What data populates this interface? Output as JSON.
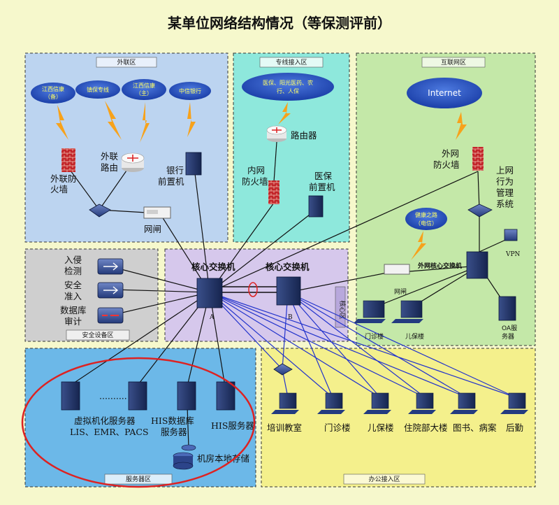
{
  "title": "某单位网络结构情况（等保测评前）",
  "zones": {
    "external": "外联区",
    "dedicated": "专线接入区",
    "internet": "互联网区",
    "security": "安全设备区",
    "core": "核心区",
    "server": "服务器区",
    "office": "办公接入区"
  },
  "clouds": {
    "jx_backup": [
      "江西信康",
      "（备）"
    ],
    "yibao": [
      "镇保专线"
    ],
    "jx_main": [
      "江西信康",
      "（主）"
    ],
    "citic": [
      "中信银行"
    ],
    "dedicated": [
      "医保、阳光医药、农",
      "行、人保"
    ],
    "internet": [
      "Internet"
    ],
    "health": [
      "健康之路",
      "（电信）"
    ]
  },
  "labels": {
    "ext_firewall": [
      "外联防",
      "火墙"
    ],
    "ext_router": [
      "外联",
      "路由"
    ],
    "bank_frontend": [
      "银行",
      "前置机"
    ],
    "gateway": "网闸",
    "router": "路由器",
    "inner_firewall": [
      "内网",
      "防火墙"
    ],
    "medical_frontend": [
      "医保",
      "前置机"
    ],
    "outer_firewall": [
      "外网",
      "防火墙"
    ],
    "behavior_mgmt": [
      "上网",
      "行为",
      "管理",
      "系统"
    ],
    "vpn": "VPN",
    "ext_core_switch": "外网核心交换机",
    "net_gate2": "网闸",
    "outpatient_small": "门诊楼",
    "child_small": "儿保楼",
    "oa_server": [
      "OA服",
      "务器"
    ],
    "intrusion": [
      "入侵",
      "检测"
    ],
    "access": [
      "安全",
      "准入"
    ],
    "db_audit": [
      "数据库",
      "审计"
    ],
    "core_a": "核心交换机",
    "core_b": "核心交换机",
    "core_a_tag": "A",
    "core_b_tag": "B",
    "virt_server": [
      "虚拟机化服务器",
      "LIS、EMR、PACS"
    ],
    "dots": "··········",
    "his_db": [
      "HIS数据库",
      "服务器"
    ],
    "his_server": "HIS服务器",
    "storage": "机房本地存储",
    "training": "培训教室",
    "outpatient": "门诊楼",
    "child": "儿保楼",
    "inpatient": "住院部大楼",
    "library": "图书、病案",
    "logistics": "后勤"
  },
  "colors": {
    "external_zone": "#bcd4f0",
    "dedicated_zone": "#8ee8dc",
    "internet_zone": "#c4e8a8",
    "security_zone": "#cfcfcf",
    "core_zone": "#d6c8ec",
    "server_zone": "#6cb8e8",
    "office_zone": "#f4f08c",
    "link_black": "#111111",
    "link_blue": "#2233cc",
    "highlight_ellipse": "#dd2222"
  }
}
